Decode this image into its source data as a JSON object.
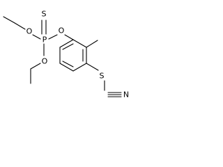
{
  "molecule": {
    "atoms": {
      "sulfur_thiono": "S",
      "phosphorus": "P",
      "oxygen_aryl": "O",
      "oxygen_ethoxy_1": "O",
      "oxygen_ethoxy_2": "O",
      "sulfur_thiocyanate": "S",
      "nitrogen": "N"
    }
  }
}
